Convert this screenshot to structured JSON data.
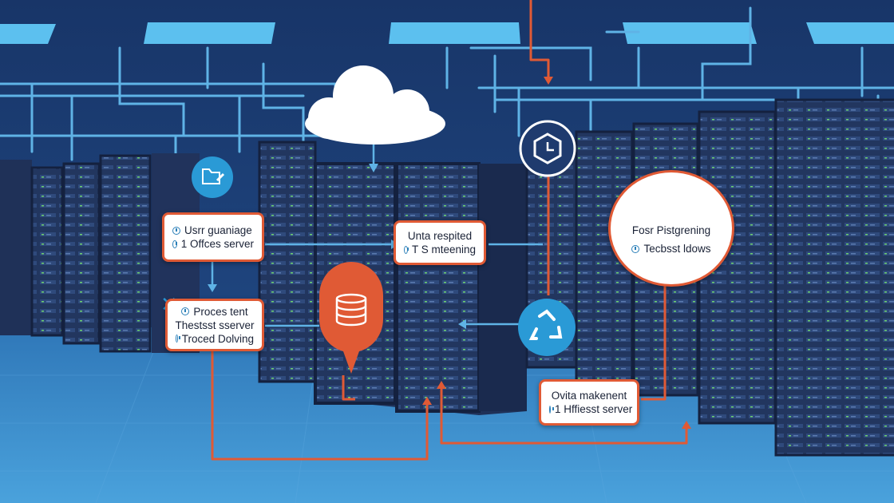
{
  "labels": {
    "user_box": {
      "line1": "Usrr guaniage",
      "line2": "1 Offces server"
    },
    "process_box": {
      "line1": "Proces tent",
      "line2": "Thestsst sserver",
      "line3": "Troced Dolving"
    },
    "unta_box": {
      "line1": "Unta respited",
      "line2": "T S mteening"
    },
    "ovita_box": {
      "line1": "Ovita makenent",
      "line2": "1 Hffiesst server"
    },
    "fosr_circle": {
      "line1": "Fosr Pistgrening",
      "line2": "Tecbsst ldows"
    }
  },
  "icons": [
    "cloud-icon",
    "folder-edit-icon",
    "database-icon",
    "clock-icon",
    "recycle-icon",
    "clipboard-icon",
    "close-icon"
  ],
  "colors": {
    "background": "#1d3f78",
    "floor": "#3a8ccc",
    "server": "#263a6b",
    "cable": "#5fb3e6",
    "flow": "#e05a35",
    "label_border": "#e05a35",
    "icon_blue": "#2a9ad6"
  }
}
